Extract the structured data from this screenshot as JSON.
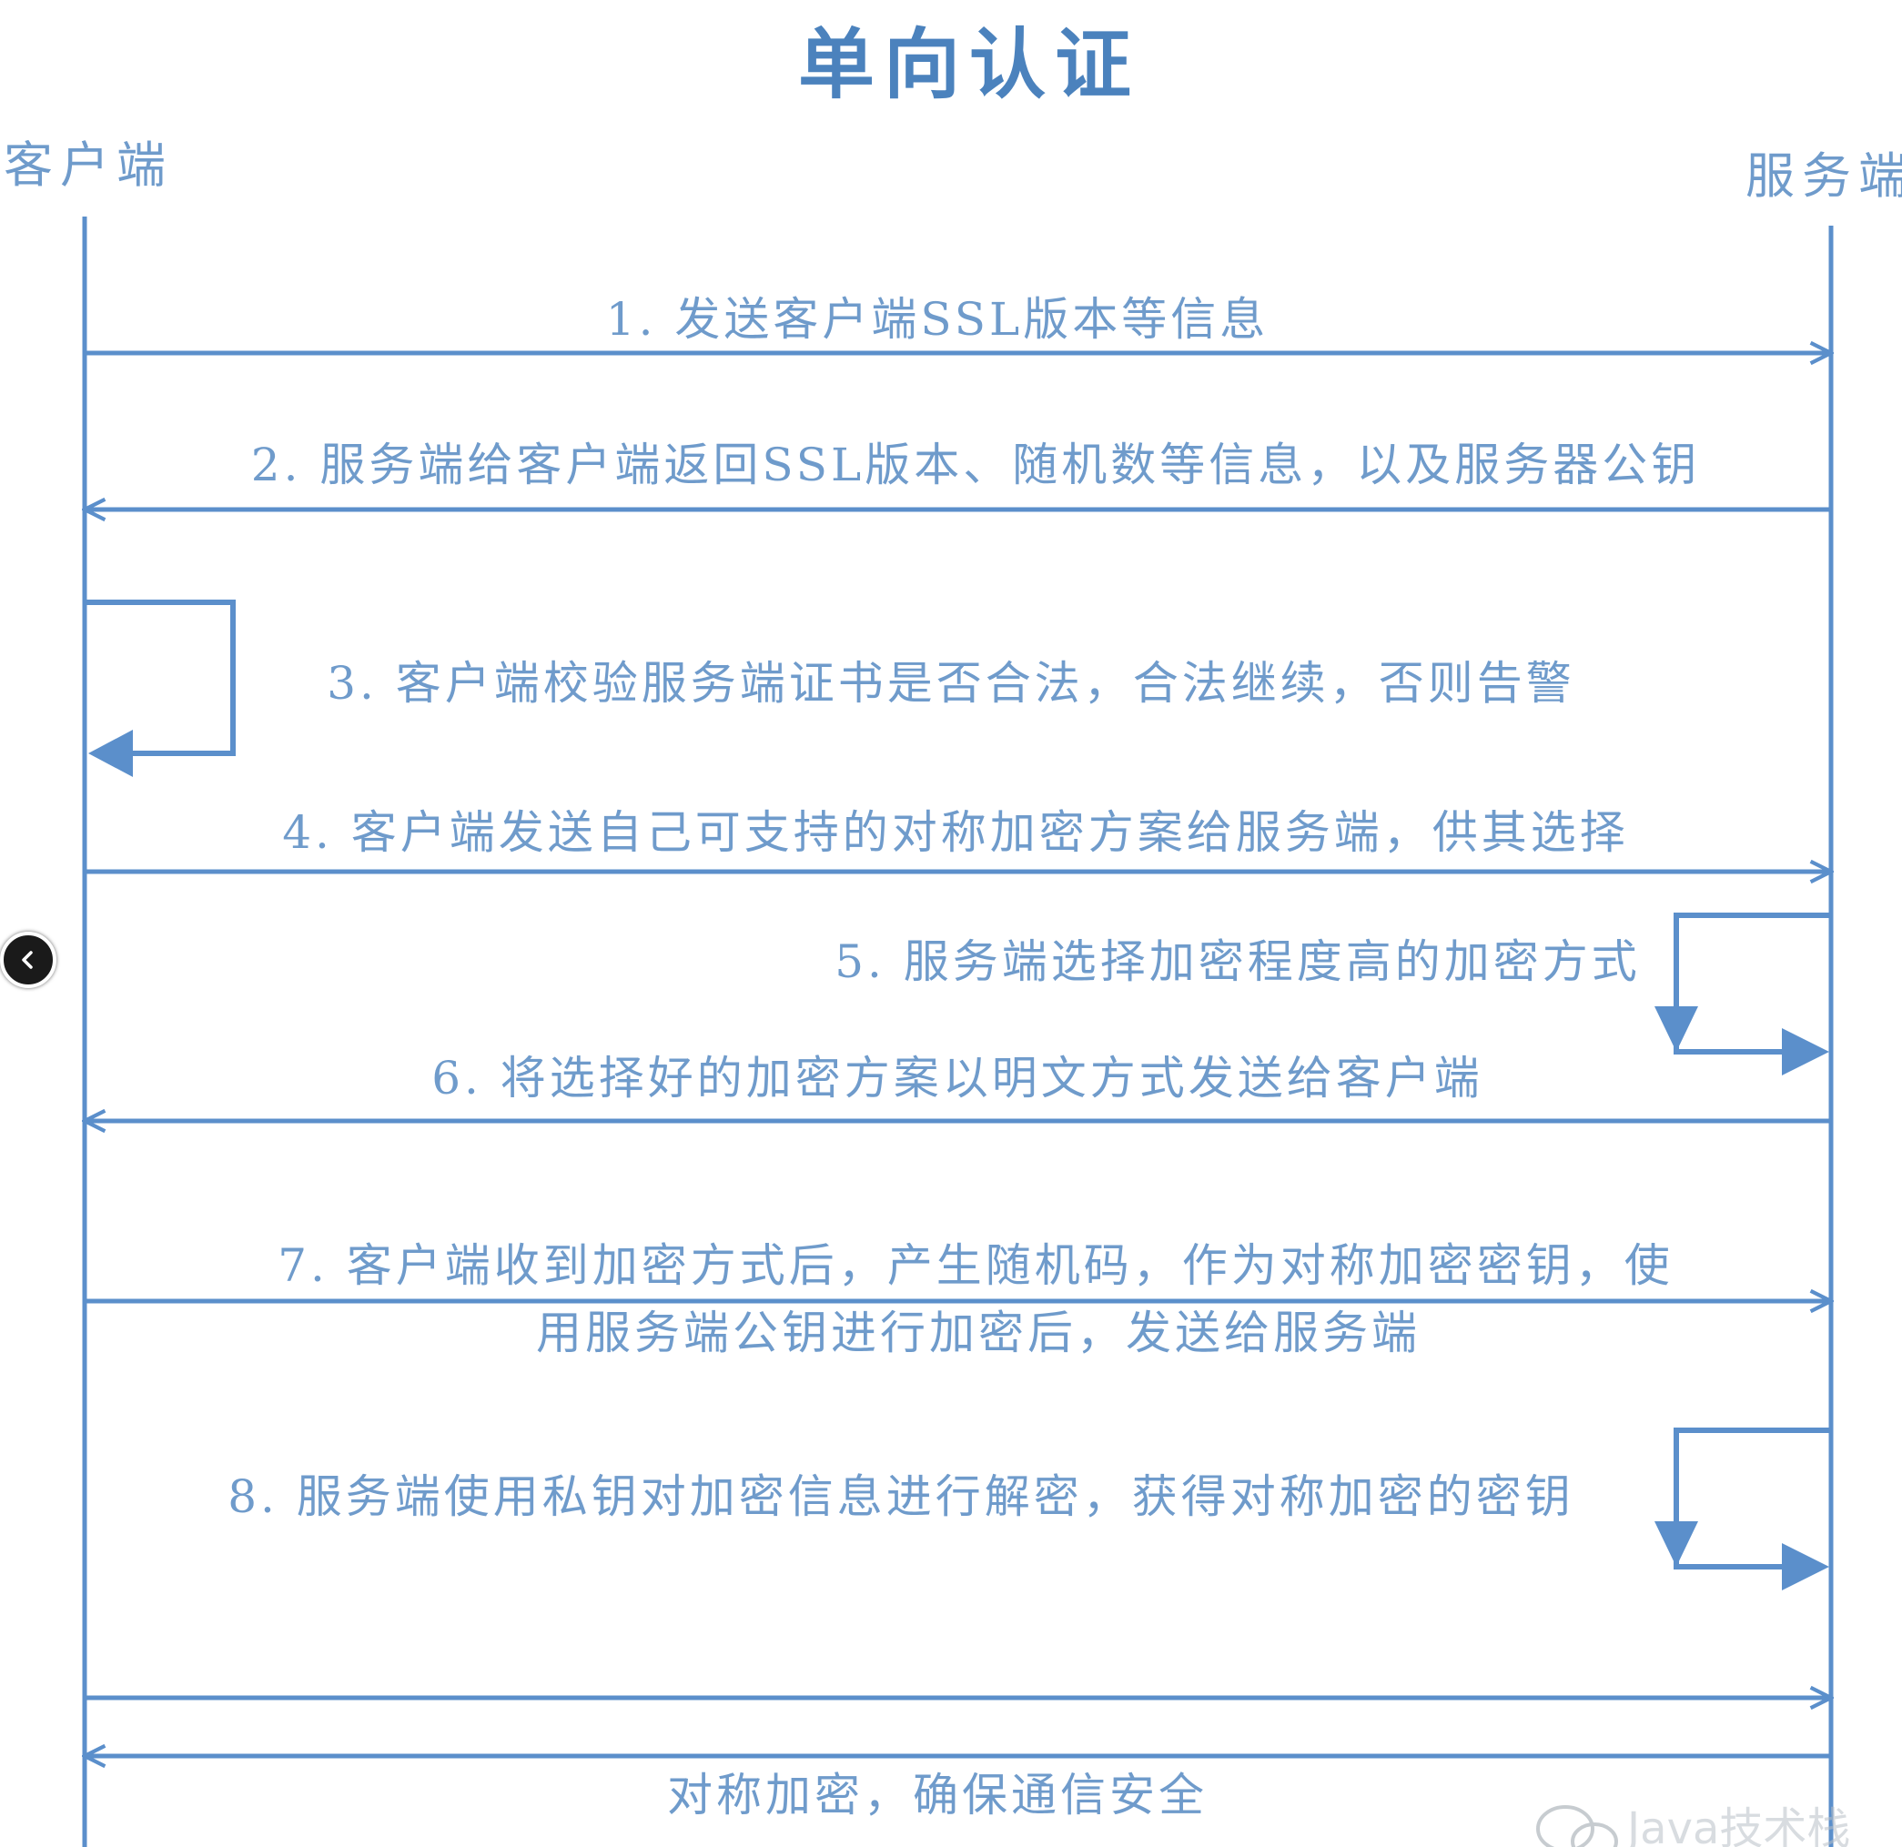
{
  "title": "单向认证",
  "lanes": {
    "client": "客户端",
    "server": "服务端"
  },
  "steps": [
    {
      "text": "1. 发送客户端SSL版本等信息"
    },
    {
      "text": "2. 服务端给客户端返回SSL版本、随机数等信息，以及服务器公钥"
    },
    {
      "text": "3. 客户端校验服务端证书是否合法，合法继续，否则告警"
    },
    {
      "text": "4. 客户端发送自己可支持的对称加密方案给服务端，供其选择"
    },
    {
      "text": "5. 服务端选择加密程度高的加密方式"
    },
    {
      "text": "6. 将选择好的加密方案以明文方式发送给客户端"
    },
    {
      "lines": [
        "7. 客户端收到加密方式后，产生随机码，作为对称加密密钥，使",
        "用服务端公钥进行加密后，发送给服务端"
      ]
    },
    {
      "text": "8. 服务端使用私钥对加密信息进行解密，获得对称加密的密钥"
    }
  ],
  "final_label": "对称加密，确保通信安全",
  "watermark": "Java技术栈",
  "colors": {
    "line": "#5b8fcb",
    "text": "#6f9bcb",
    "title": "#4b82bd"
  },
  "icons": {
    "side_button": "chevron-left-icon",
    "watermark": "wechat-icon"
  }
}
